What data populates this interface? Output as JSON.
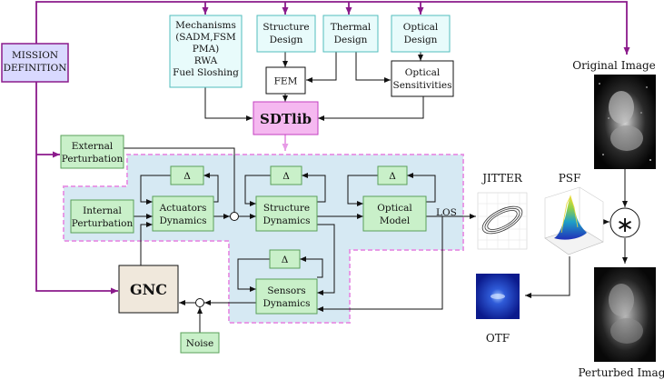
{
  "blocks": {
    "mission": [
      "MISSION",
      "DEFINITION"
    ],
    "mechanisms": [
      "Mechanisms",
      "(SADM,FSM",
      "PMA)",
      "RWA",
      "Fuel Sloshing"
    ],
    "structure_design": [
      "Structure",
      "Design"
    ],
    "thermal_design": [
      "Thermal",
      "Design"
    ],
    "optical_design": [
      "Optical",
      "Design"
    ],
    "fem": "FEM",
    "optical_sensitivities": [
      "Optical",
      "Sensitivities"
    ],
    "sdtlib": "SDTlib",
    "external_perturbation": [
      "External",
      "Perturbation"
    ],
    "internal_perturbation": [
      "Internal",
      "Perturbation"
    ],
    "actuators_dynamics": [
      "Actuators",
      "Dynamics"
    ],
    "structure_dynamics": [
      "Structure",
      "Dynamics"
    ],
    "optical_model": [
      "Optical",
      "Model"
    ],
    "sensors_dynamics": [
      "Sensors",
      "Dynamics"
    ],
    "gnc": "GNC",
    "noise": "Noise",
    "delta": "Δ"
  },
  "labels": {
    "los": "LOS",
    "jitter": "JITTER",
    "psf": "PSF",
    "otf": "OTF",
    "original_image": "Original Image",
    "perturbed_image": "Perturbed Image",
    "convolution": "∗"
  },
  "colors": {
    "purple": "#8b1a8b",
    "pink": "#e79be6",
    "cyan_fill": "#e8fbfb",
    "cyan_stroke": "#52bcbc",
    "green_fill": "#c9f0c9",
    "green_stroke": "#5aa05a",
    "gnc_fill": "#f0e8dc",
    "mission_fill": "#d9d9ff",
    "shade": "#d6e9f3",
    "sdt_fill": "#f5b8f0"
  }
}
